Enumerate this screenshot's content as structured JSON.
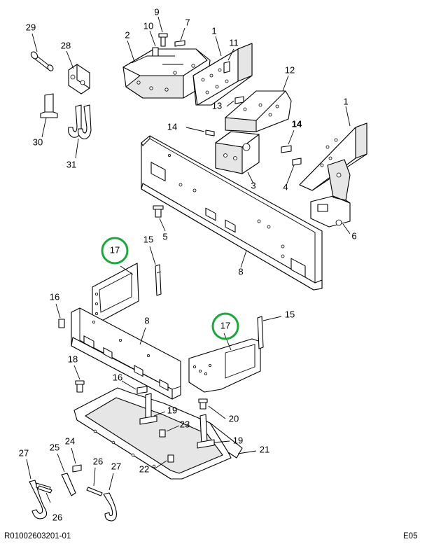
{
  "diagram": {
    "callouts": {
      "c29": "29",
      "c28": "28",
      "c30": "30",
      "c31": "31",
      "c9": "9",
      "c10": "10",
      "c7": "7",
      "c2": "2",
      "c1a": "1",
      "c11": "11",
      "c12": "12",
      "c13": "13",
      "c14a": "14",
      "c14b": "14",
      "c3": "3",
      "c4": "4",
      "c1b": "1",
      "c6": "6",
      "c5": "5",
      "c8a": "8",
      "c17a": "17",
      "c15a": "15",
      "c16a": "16",
      "c8b": "8",
      "c17b": "17",
      "c15b": "15",
      "c18": "18",
      "c16b": "16",
      "c19a": "19",
      "c23": "23",
      "c20": "20",
      "c19b": "19",
      "c21": "21",
      "c22": "22",
      "c27a": "27",
      "c25": "25",
      "c24": "24",
      "c26a": "26",
      "c27b": "27",
      "c26b": "26"
    },
    "highlight_color": "#19a93a"
  },
  "footer": {
    "left": "R01002603201-01",
    "right": "E05"
  }
}
